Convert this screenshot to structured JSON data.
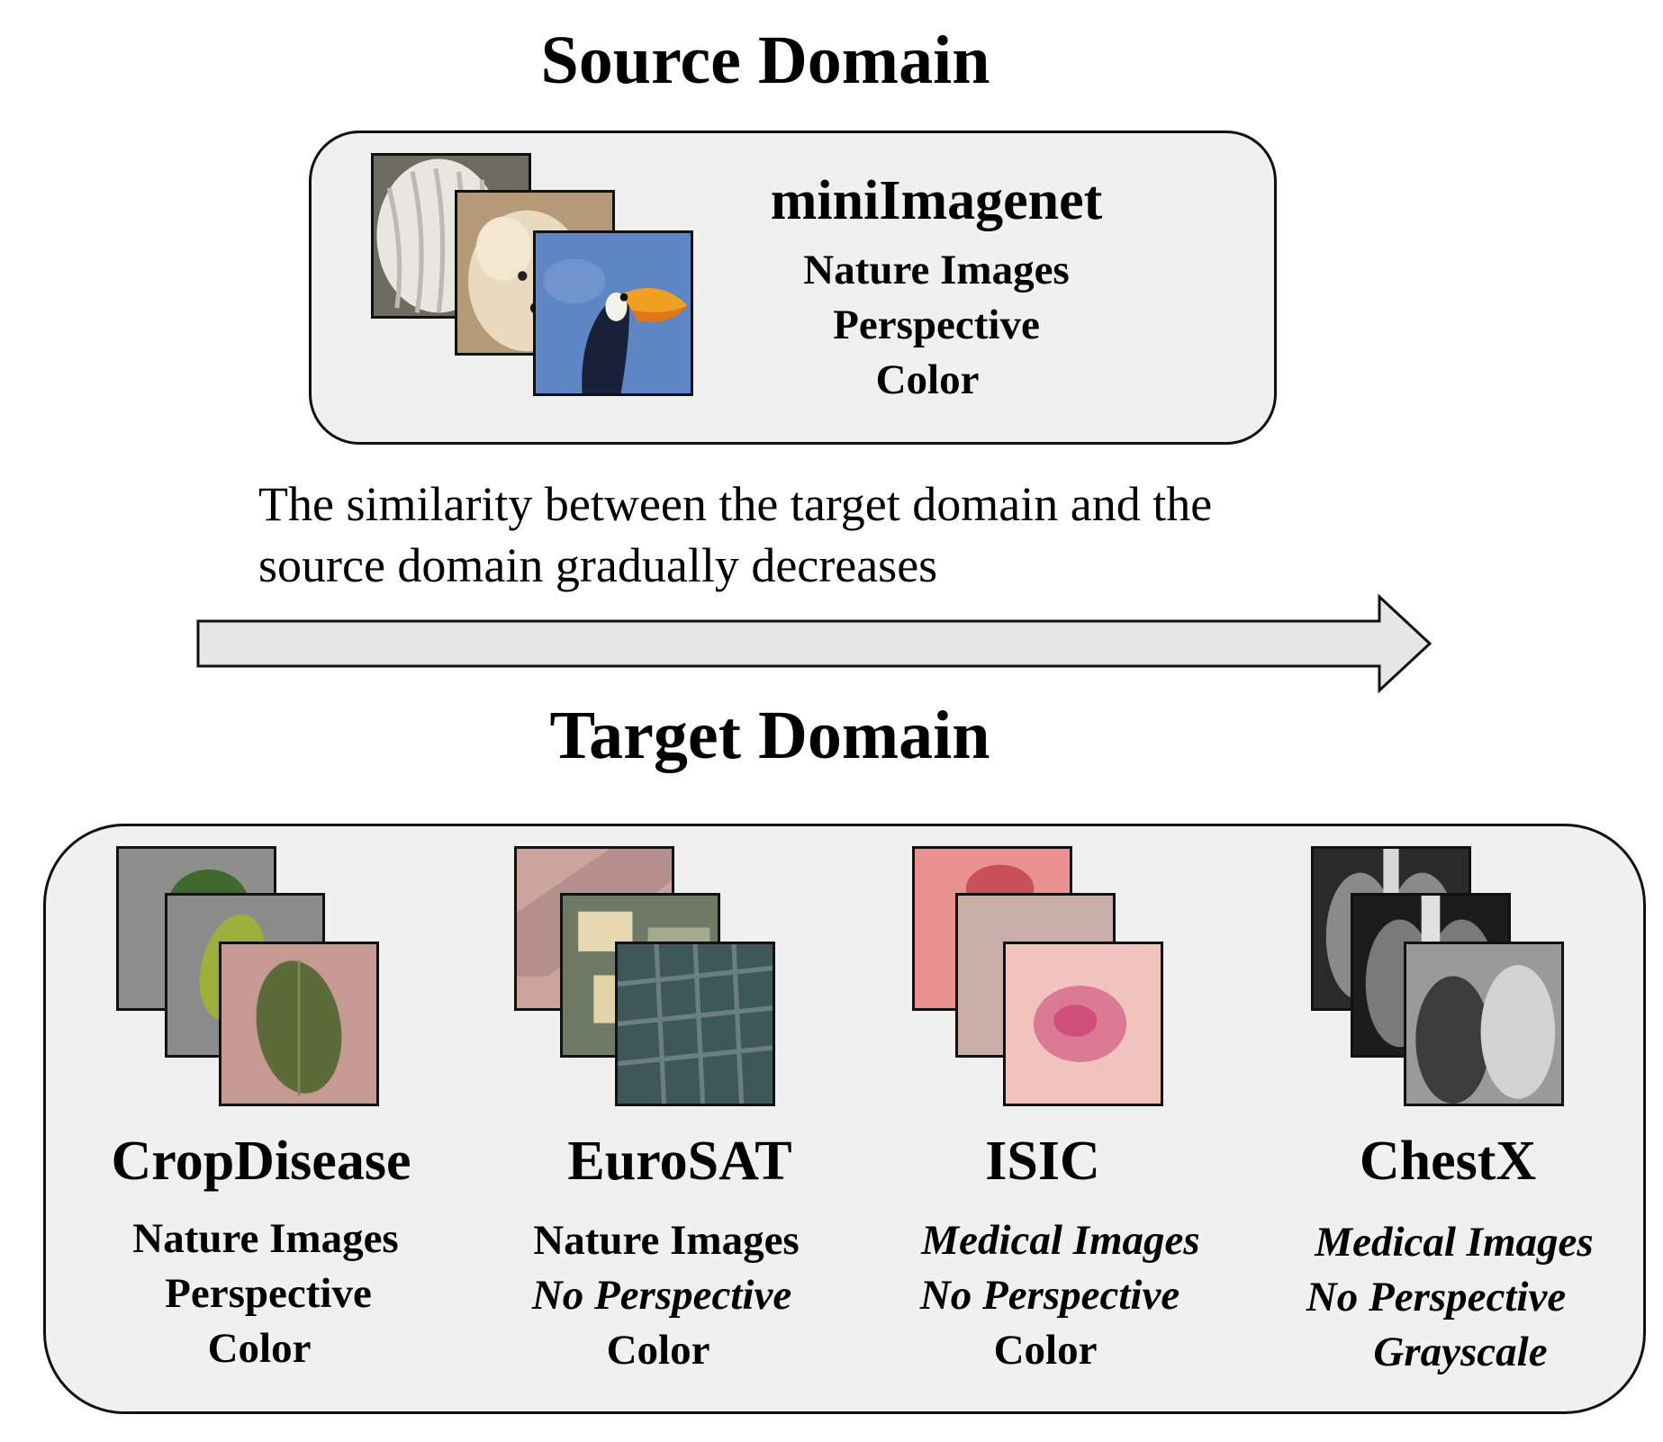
{
  "source": {
    "heading": "Source Domain",
    "dataset": {
      "name": "miniImagenet",
      "properties": [
        "Nature Images",
        "Perspective",
        "Color"
      ]
    },
    "thumbnails": [
      "poodle-white-image",
      "poodle-cream-image",
      "toucan-image"
    ]
  },
  "similarity_note": {
    "line1": "The similarity between the target domain and the",
    "line2": "source domain gradually decreases"
  },
  "target": {
    "heading": "Target Domain",
    "datasets": [
      {
        "name": "CropDisease",
        "properties": [
          "Nature Images",
          "Perspective",
          "Color"
        ],
        "italic": [
          false,
          false,
          false
        ]
      },
      {
        "name": "EuroSAT",
        "properties": [
          "Nature Images",
          "No Perspective",
          "Color"
        ],
        "italic": [
          false,
          true,
          false
        ]
      },
      {
        "name": "ISIC",
        "properties": [
          "Medical Images",
          "No Perspective",
          "Color"
        ],
        "italic": [
          true,
          true,
          false
        ]
      },
      {
        "name": "ChestX",
        "properties": [
          "Medical Images",
          "No Perspective",
          "Grayscale"
        ],
        "italic": [
          true,
          true,
          true
        ]
      }
    ]
  },
  "colors": {
    "box_fill": "#f0f0f0",
    "arrow_fill": "#e6e6e6",
    "stroke": "#111111"
  }
}
